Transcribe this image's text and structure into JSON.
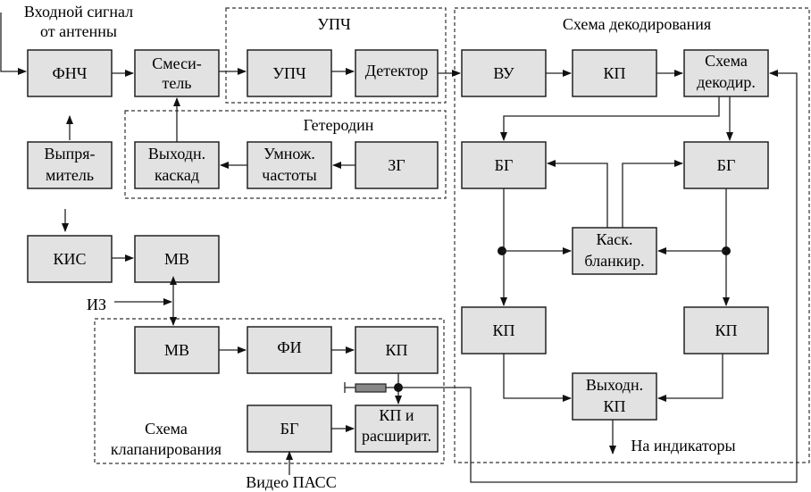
{
  "inputs": {
    "antenna_line1": "Входной сигнал",
    "antenna_line2": "от антенны",
    "iz": "ИЗ",
    "video": "Видео ПАСС",
    "indicators": "На индикаторы"
  },
  "groups": {
    "upch": "УПЧ",
    "decoding": "Схема декодирования",
    "heterodyne": "Гетеродин",
    "gating_line1": "Схема",
    "gating_line2": "клапанирования"
  },
  "blocks": {
    "fnch": "ФНЧ",
    "mixer_line1": "Смеси-",
    "mixer_line2": "тель",
    "upch": "УПЧ",
    "detector": "Детектор",
    "vu": "ВУ",
    "kp_top": "КП",
    "decoder_line1": "Схема",
    "decoder_line2": "декодир.",
    "rectifier_line1": "Выпря-",
    "rectifier_line2": "митель",
    "out_stage_line1": "Выходн.",
    "out_stage_line2": "каскад",
    "freq_mult_line1": "Умнож.",
    "freq_mult_line2": "частоты",
    "zg": "ЗГ",
    "bg_left": "БГ",
    "bg_right": "БГ",
    "blank_line1": "Каск.",
    "blank_line2": "бланкир.",
    "kis": "КИС",
    "mv_top": "МВ",
    "mv_gate": "МВ",
    "fi": "ФИ",
    "kp_gate": "КП",
    "bg_gate": "БГ",
    "kp_ext_line1": "КП и",
    "kp_ext_line2": "расширит.",
    "kp_left": "КП",
    "kp_right": "КП",
    "out_kp_line1": "Выходн.",
    "out_kp_line2": "КП"
  }
}
